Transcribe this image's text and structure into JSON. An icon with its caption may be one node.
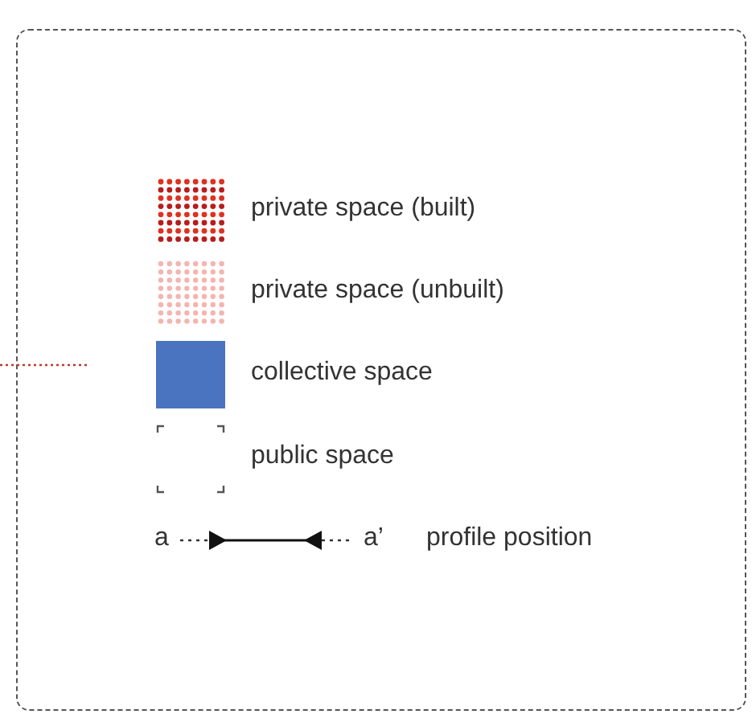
{
  "diagram": {
    "labels": [
      "a",
      "a’"
    ],
    "legend": [
      {
        "text": "private space (built)"
      },
      {
        "text": "private space (unbuilt)"
      },
      {
        "text": "collective space",
        "color": "#4a74bf"
      },
      {
        "text": "public space"
      },
      {
        "text": "profile position"
      }
    ]
  }
}
